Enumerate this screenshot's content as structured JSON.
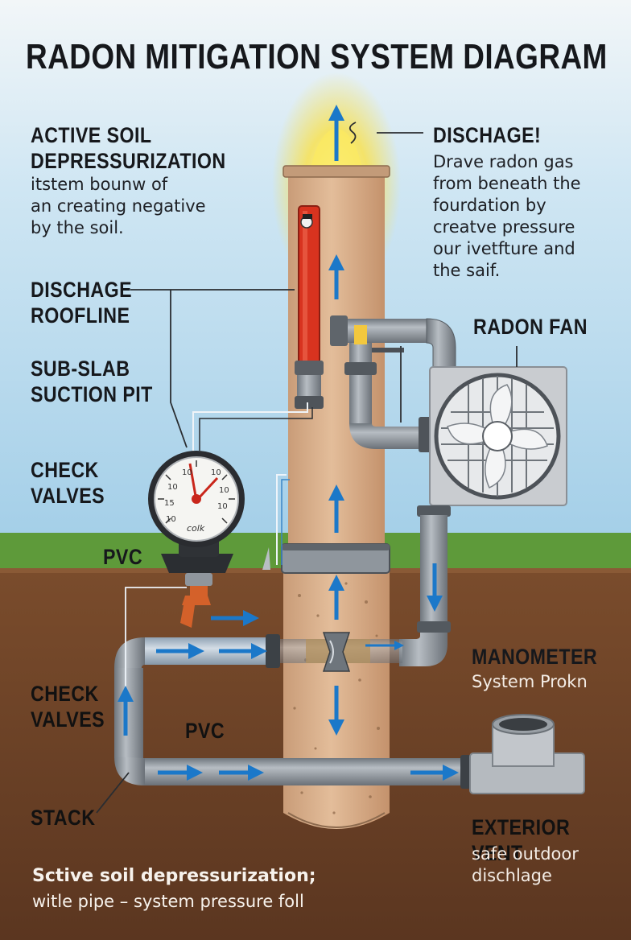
{
  "title": "RADON MITIGATION SYSTEM DIAGRAM",
  "labels": {
    "active_soil": {
      "heading": "ACTIVE SOIL\nDEPRESSURIZATION",
      "body": "itstem bounw of\nan creating negative\nby the soil."
    },
    "dischage_top": {
      "heading": "DISCHAGE!",
      "body": "Drave radon gas\nfrom beneath the\nfourdation by\ncreatve pressure\nour ivetfture and\nthe saif."
    },
    "dischage_roofline": "DISCHAGE\nROOFLINE",
    "sub_slab": "SUB-SLAB\nSUCTION PIT",
    "check_valves_upper": "CHECK\nVALVES",
    "radon_fan": "RADON FAN",
    "pvc_upper": "PVC",
    "manometer": {
      "heading": "MANOMETER",
      "body": "System Prokn"
    },
    "check_valves_lower": "CHECK\nVALVES",
    "pvc_lower": "PVC",
    "stack": "STACK",
    "exterior_vent": {
      "heading": "EXTERIOR VENT",
      "body": "safe outdoor\ndischlage"
    }
  },
  "gauge": {
    "brand": "colk",
    "ticks": [
      "10",
      "10",
      "10",
      "10",
      "10",
      "15",
      "10"
    ]
  },
  "footer": {
    "line1": "Sctive soil depressurization;",
    "line2": "witle pipe – system pressure foll"
  },
  "colors": {
    "sky": "#a9d3ea",
    "grass": "#5e9a3a",
    "soil": "#6b4226",
    "column": "#d9b08c",
    "pipe": "#8e959c",
    "fan_housing": "#c9ccd0",
    "arrow": "#1b78c9",
    "red_pipe": "#d8331f",
    "exhaust": "#f7e25a"
  }
}
